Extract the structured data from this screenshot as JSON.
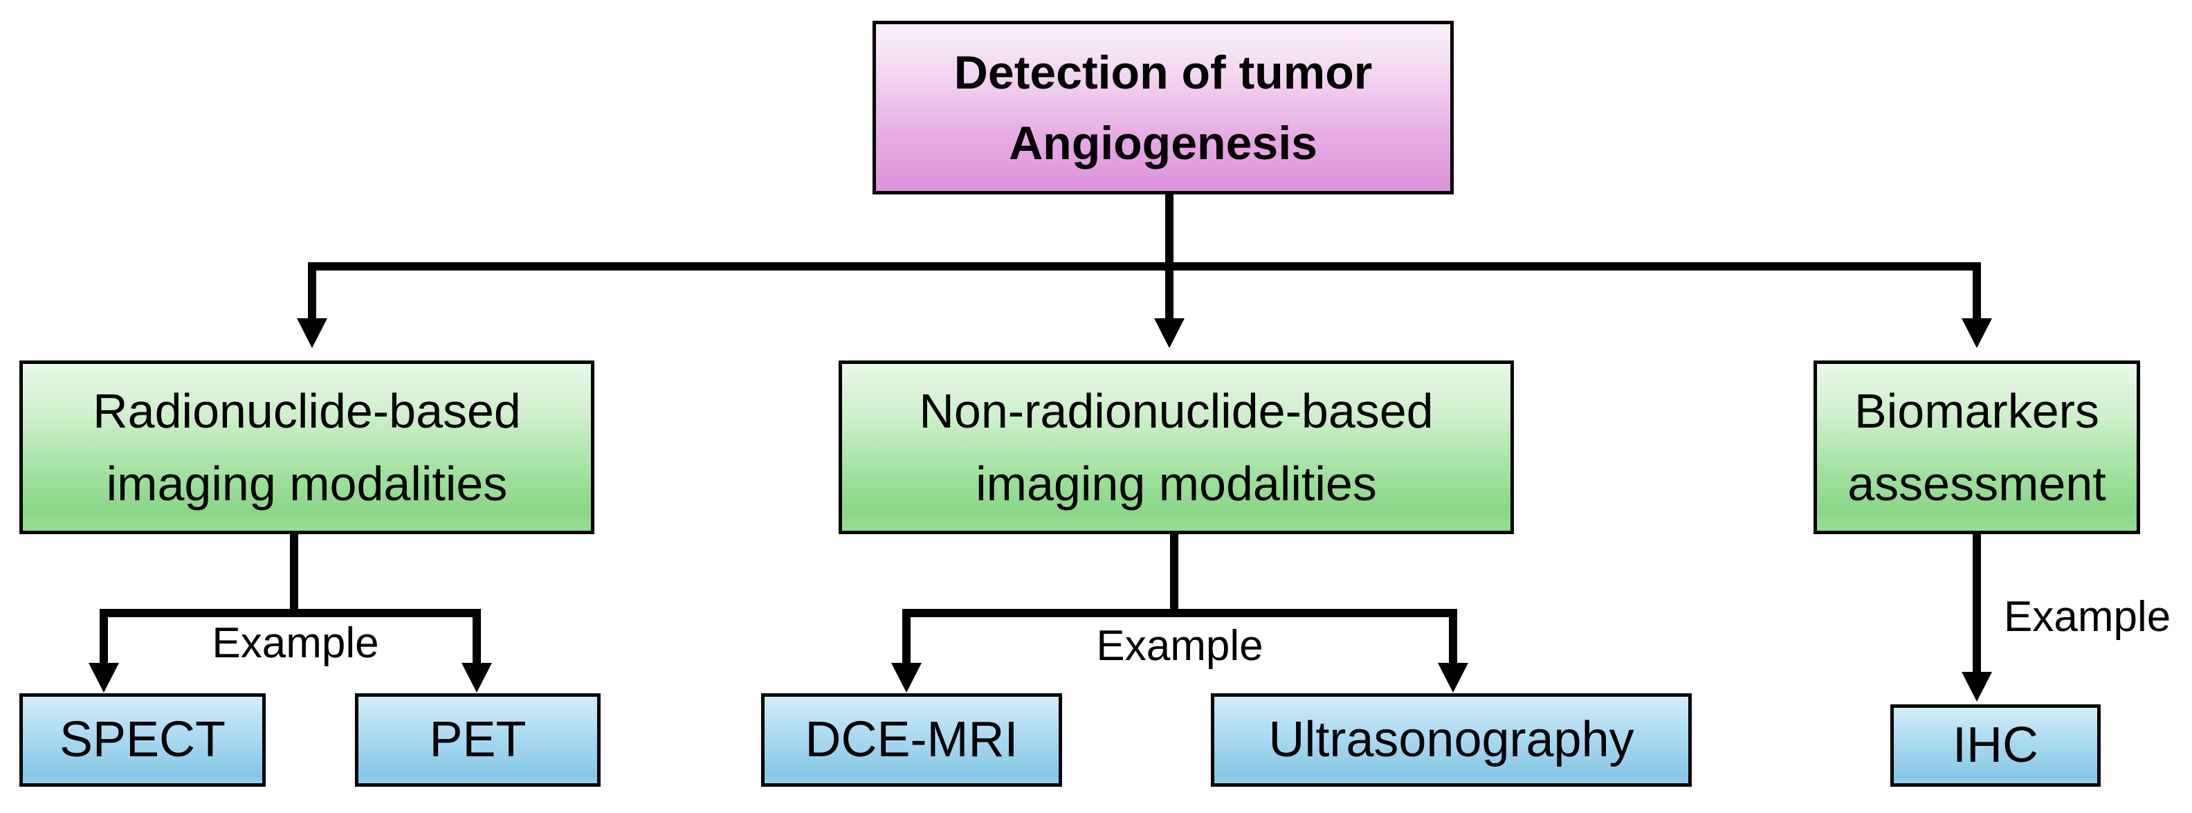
{
  "root": {
    "label": "Detection of tumor Angiogenesis"
  },
  "branches": [
    {
      "label": "Radionuclide-based imaging modalities",
      "example_label": "Example",
      "children": [
        {
          "label": "SPECT"
        },
        {
          "label": "PET"
        }
      ]
    },
    {
      "label": "Non-radionuclide-based imaging modalities",
      "example_label": "Example",
      "children": [
        {
          "label": "DCE-MRI"
        },
        {
          "label": "Ultrasonography"
        }
      ]
    },
    {
      "label": "Biomarkers assessment",
      "example_label": "Example",
      "children": [
        {
          "label": "IHC"
        }
      ]
    }
  ],
  "colors": {
    "background": "#ffffff",
    "root_box_fill": "#e2a0df",
    "branch_box_fill": "#9ade96",
    "leaf_box_fill": "#a0d5ee",
    "box_border": "#000000",
    "connector": "#000000",
    "text": "#000000"
  }
}
